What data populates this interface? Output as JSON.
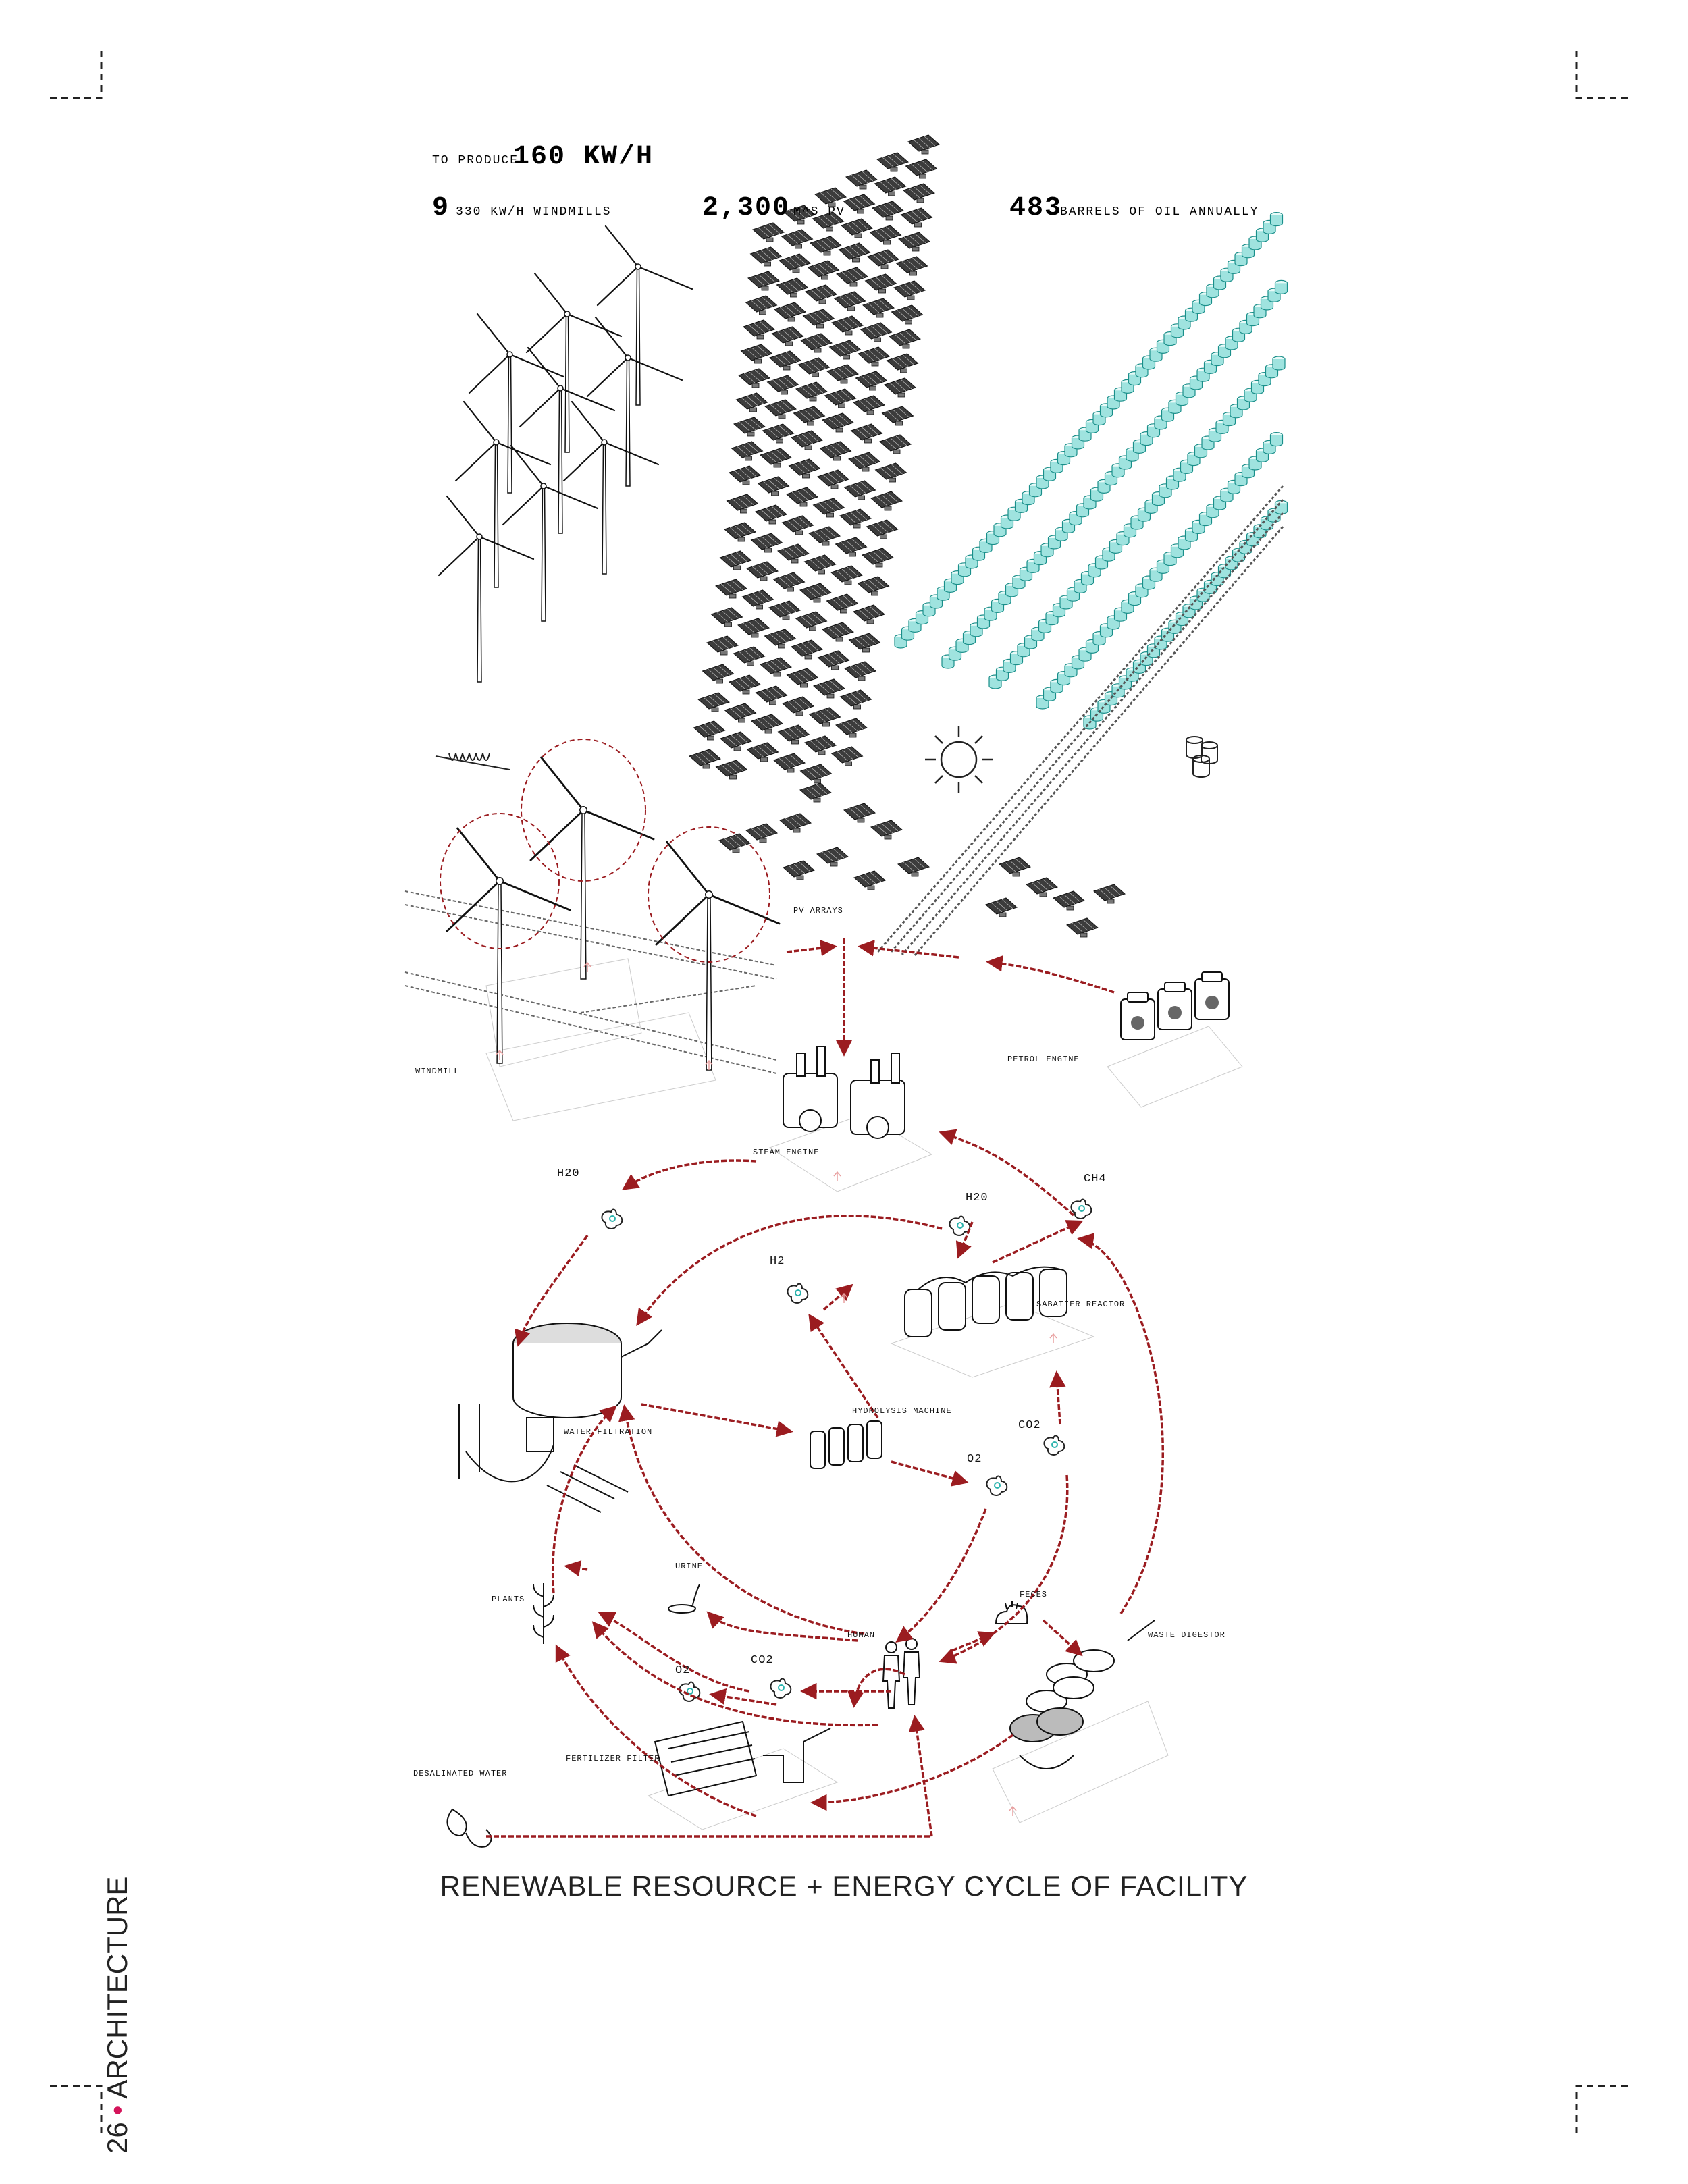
{
  "colors": {
    "accent": "#9b1c20",
    "oil": "#2bb3ad",
    "pv": "#4a4a4a",
    "brand": "#d4145a",
    "ink": "#111111"
  },
  "header": {
    "produce_label": "TO PRODUCE",
    "produce_value": "160 KW/H",
    "windmills_count": "9",
    "windmills_label": "330 KW/H WINDMILLS",
    "pv_count": "2,300",
    "pv_label": "M^S PV",
    "oil_count": "483",
    "oil_label": "BARRELS OF OIL ANNUALLY"
  },
  "facilities": {
    "pv_arrays": "PV ARRAYS",
    "windmill": "WINDMILL",
    "petrol_engine": "PETROL ENGINE",
    "steam_engine": "STEAM ENGINE",
    "sabatier_reactor": "SABATIER REACTOR",
    "hydrolysis_machine": "HYDROLYSIS MACHINE",
    "water_filtration": "WATER FILTRATION",
    "waste_digestor": "WASTE DIGESTOR",
    "fertilizer_filter": "FERTILIZER FILTER",
    "desalinated_water": "DESALINATED WATER",
    "plants": "PLANTS",
    "human": "HUMAN",
    "urine": "URINE",
    "feces": "FECES"
  },
  "resources": {
    "h2o_left": "H20",
    "h2o_inner": "H20",
    "ch4": "CH4",
    "h2": "H2",
    "co2_right": "CO2",
    "o2_mid": "O2",
    "o2_left": "O2",
    "co2_left": "CO2"
  },
  "figure_title": "RENEWABLE RESOURCE + ENERGY CYCLE OF FACILITY",
  "page": {
    "number": "26",
    "section": "ARCHITECTURE"
  }
}
